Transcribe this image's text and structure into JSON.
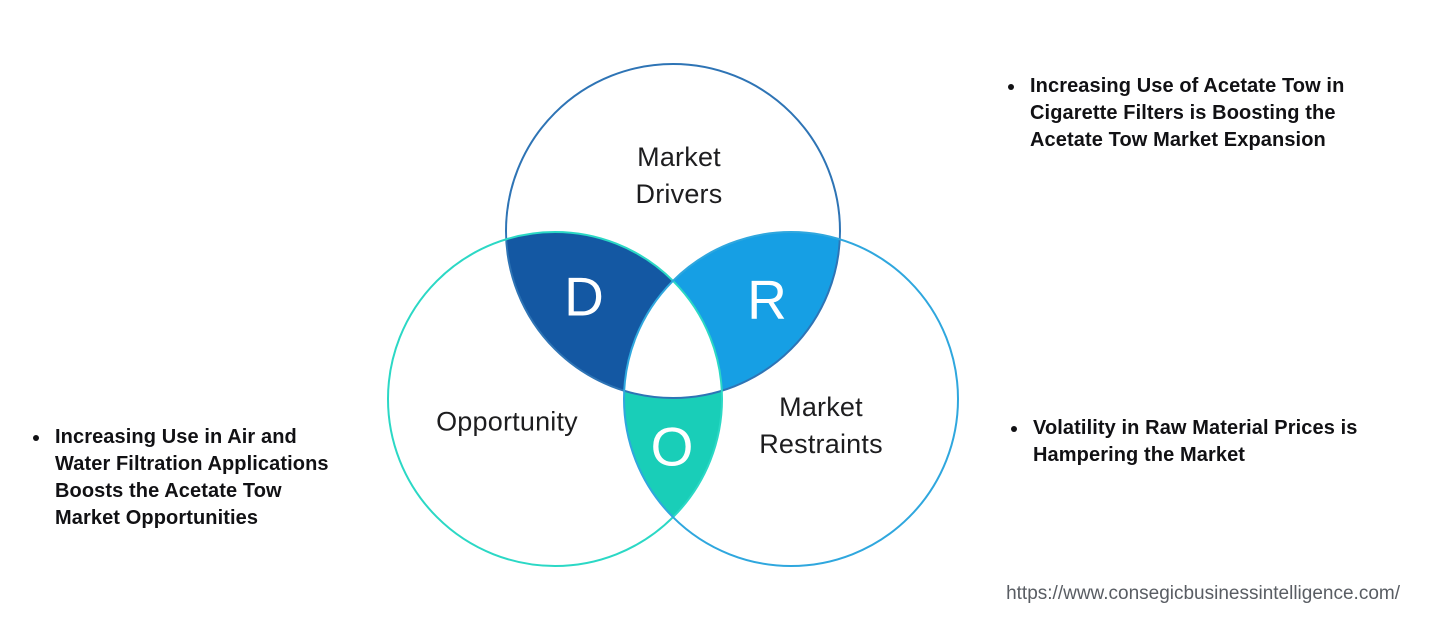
{
  "diagram": {
    "drivers": {
      "label": "Market\nDrivers",
      "stroke": "#2e74b5"
    },
    "opportunity": {
      "label": "Opportunity",
      "stroke": "#2bd8c5"
    },
    "restraints": {
      "label": "Market\nRestraints",
      "stroke": "#2fa7de"
    },
    "overlap_d": {
      "letter": "D",
      "fill": "#1458a3"
    },
    "overlap_r": {
      "letter": "R",
      "fill": "#169fe4"
    },
    "overlap_o": {
      "letter": "O",
      "fill": "#19ceb8"
    }
  },
  "annotations": {
    "drivers_note": "Increasing Use of Acetate Tow in\nCigarette Filters is Boosting the\nAcetate Tow Market Expansion",
    "opportunity_note": "Increasing Use in Air and\nWater Filtration Applications\nBoosts the Acetate Tow\nMarket Opportunities",
    "restraints_note": "Volatility in Raw Material Prices is\nHampering the Market"
  },
  "footer": {
    "source_url": "https://www.consegicbusinessintelligence.com/"
  }
}
